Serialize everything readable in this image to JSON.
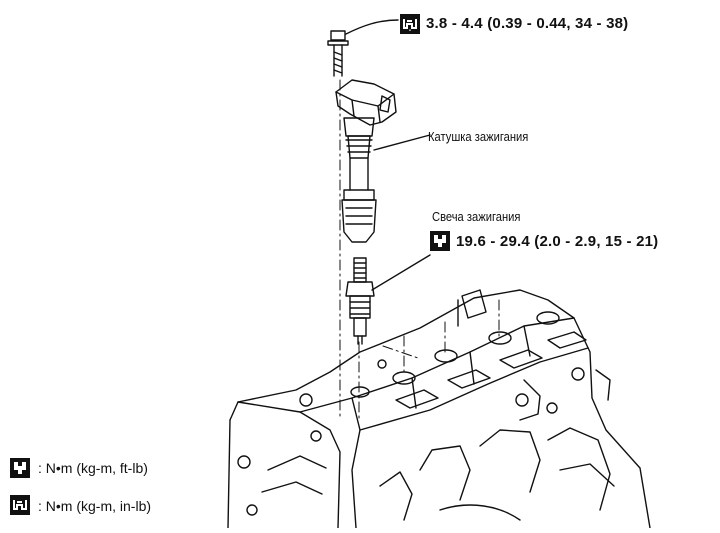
{
  "callouts": {
    "bolt_torque": "3.8 - 4.4 (0.39 - 0.44, 34 - 38)",
    "ignition_coil_label": "Катушка зажигания",
    "spark_plug_label": "Свеча зажигания",
    "spark_plug_torque": "19.6 - 29.4 (2.0 - 2.9, 15 - 21)"
  },
  "legend": {
    "items": [
      {
        "icon": "torque-wrench-icon",
        "text": ": N•m (kg-m, ft-lb)"
      },
      {
        "icon": "torque-wrench-filled-icon",
        "text": ": N•m (kg-m, in-lb)"
      }
    ]
  }
}
